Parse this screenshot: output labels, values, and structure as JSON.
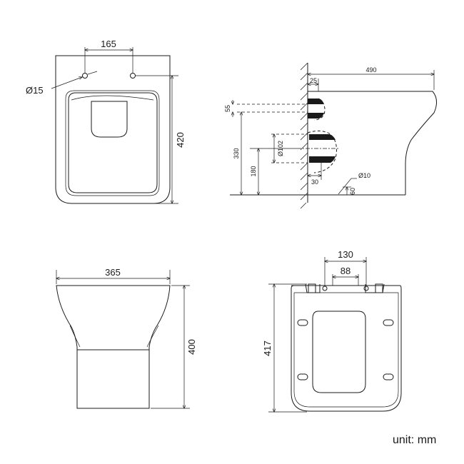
{
  "unit_label": "unit: mm",
  "views": {
    "top": {
      "bolt_spacing": "165",
      "hole_diameter": "Ø15",
      "depth": "420"
    },
    "side": {
      "length": "490",
      "offset_top": "25",
      "pipe_offset": "55",
      "pipe_height": "330",
      "outlet_height": "180",
      "outlet_diameter": "Ø102",
      "wall_gap": "30",
      "bolt_diameter": "Ø10",
      "bolt_depth": "60"
    },
    "front": {
      "width": "365",
      "height": "400"
    },
    "seat": {
      "outer_spacing": "130",
      "inner_spacing": "88",
      "depth": "417"
    }
  }
}
